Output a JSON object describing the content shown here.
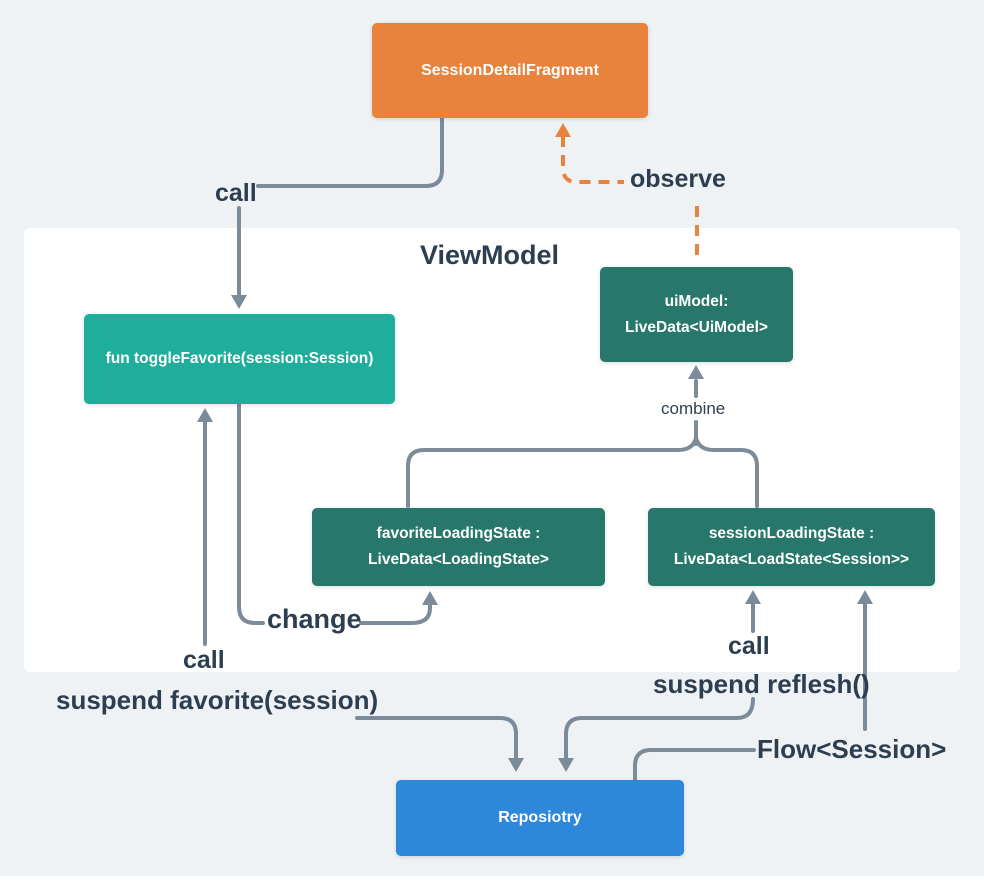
{
  "diagram": {
    "container_title": "ViewModel",
    "nodes": {
      "fragment": {
        "label": "SessionDetailFragment",
        "color": "#E8823C"
      },
      "toggle_favorite": {
        "label": "fun toggleFavorite(session:Session)",
        "color": "#1FAE9B"
      },
      "ui_model": {
        "line1": "uiModel:",
        "line2": "LiveData<UiModel>",
        "color": "#27786A"
      },
      "favorite_loading": {
        "line1": "favoriteLoadingState :",
        "line2": "LiveData<LoadingState>",
        "color": "#27786A"
      },
      "session_loading": {
        "line1": "sessionLoadingState :",
        "line2": "LiveData<LoadState<Session>>",
        "color": "#27786A"
      },
      "repository": {
        "label": "Reposiotry",
        "color": "#2D87DA"
      }
    },
    "edge_labels": {
      "call_top": "call",
      "observe": "observe",
      "combine": "combine",
      "change": "change",
      "call_left": "call",
      "suspend_favorite": "suspend favorite(session)",
      "call_right": "call",
      "suspend_reflesh": "suspend reflesh()",
      "flow_session": "Flow<Session>"
    },
    "colors": {
      "background": "#EFF2F5",
      "panel": "#FFFFFF",
      "solid_line": "#7B8B99",
      "dashed_line": "#E8823C",
      "label_text": "#2C3E50"
    }
  }
}
